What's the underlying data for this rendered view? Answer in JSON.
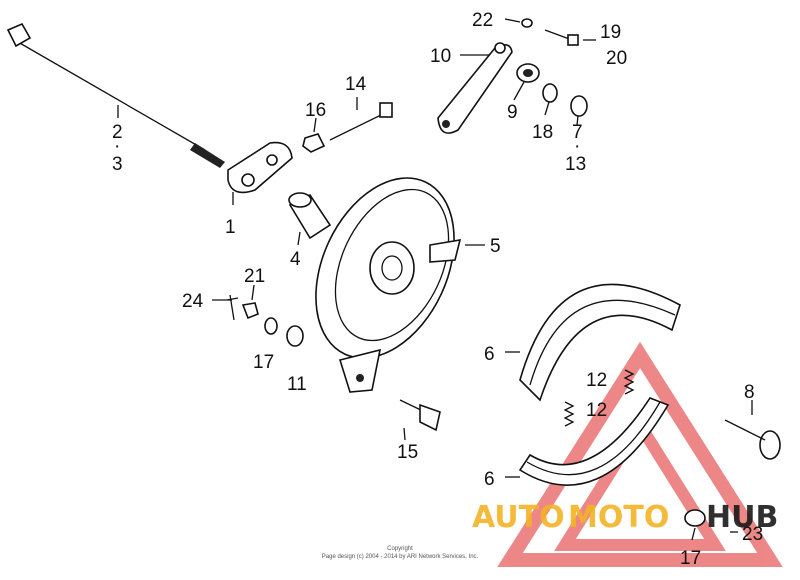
{
  "diagram": {
    "part_labels": [
      {
        "id": "22",
        "text": "22"
      },
      {
        "id": "19",
        "text": "19"
      },
      {
        "id": "20",
        "text": "20"
      },
      {
        "id": "10",
        "text": "10"
      },
      {
        "id": "9",
        "text": "9"
      },
      {
        "id": "18",
        "text": "18"
      },
      {
        "id": "7",
        "text": "7"
      },
      {
        "id": "13",
        "text": "13"
      },
      {
        "id": "14",
        "text": "14"
      },
      {
        "id": "16",
        "text": "16"
      },
      {
        "id": "2",
        "text": "2"
      },
      {
        "id": "3",
        "text": "3"
      },
      {
        "id": "1",
        "text": "1"
      },
      {
        "id": "4",
        "text": "4"
      },
      {
        "id": "5",
        "text": "5"
      },
      {
        "id": "21",
        "text": "21"
      },
      {
        "id": "24",
        "text": "24"
      },
      {
        "id": "17a",
        "text": "17"
      },
      {
        "id": "11",
        "text": "11"
      },
      {
        "id": "6a",
        "text": "6"
      },
      {
        "id": "12a",
        "text": "12"
      },
      {
        "id": "12b",
        "text": "12"
      },
      {
        "id": "8",
        "text": "8"
      },
      {
        "id": "15",
        "text": "15"
      },
      {
        "id": "6b",
        "text": "6"
      },
      {
        "id": "17b",
        "text": "17"
      },
      {
        "id": "23",
        "text": "23"
      }
    ],
    "separator_dot": "·",
    "copyright_line1": "Copyright",
    "copyright_line2": "Page design (c) 2004 - 2014 by ARI Network Services, Inc.",
    "watermark_part1": "AUTO",
    "watermark_part2": "MOTO",
    "watermark_part3": "HUB",
    "colors": {
      "watermark_orange": "#f5b324",
      "watermark_red": "#e02424",
      "watermark_dark": "#1a1a1a",
      "line": "#111111"
    }
  }
}
